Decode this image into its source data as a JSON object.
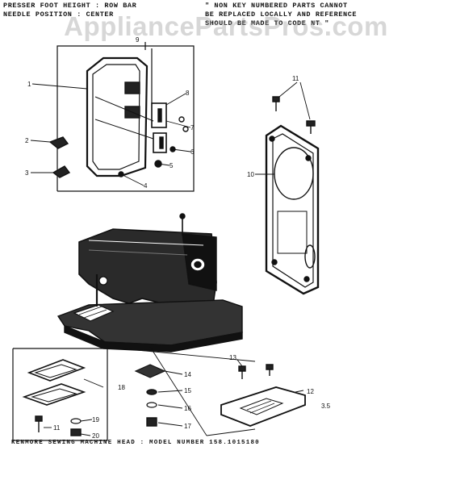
{
  "notes": {
    "top_left": "PRESSER FOOT HEIGHT : ROW BAR\nNEEDLE POSITION : CENTER",
    "top_right": "\" NON KEY NUMBERED PARTS CANNOT\nBE REPLACED LOCALLY AND REFERENCE\nSHOULD BE MADE TO CODE NT \""
  },
  "watermark": "AppliancePartsPros.com",
  "footer": "KENMORE SEWING MACHINE HEAD : MODEL NUMBER 158.1015180",
  "page_ref": "3.5",
  "callouts": {
    "c1": "1",
    "c2": "2",
    "c3": "3",
    "c4": "4",
    "c5": "5",
    "c6": "6",
    "c7": "7",
    "c8": "8",
    "c9": "9",
    "c10": "10",
    "c11": "11",
    "c11b": "11",
    "c12": "12",
    "c13": "13",
    "c14": "14",
    "c15": "15",
    "c16": "16",
    "c17": "17",
    "c18": "18",
    "c19": "19",
    "c20": "20"
  }
}
